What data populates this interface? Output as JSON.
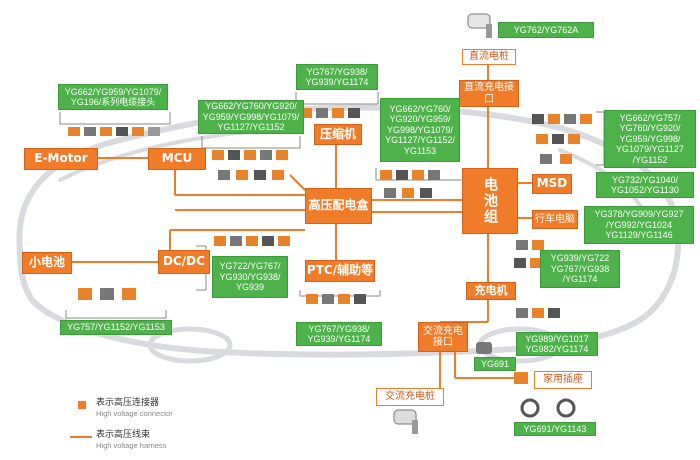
{
  "colors": {
    "connector_box": "#f07c2a",
    "harness_line": "#f07c2a",
    "tag_green": "#4db24a",
    "car_outline": "#d8dadd"
  },
  "components": {
    "e_motor": "E-Motor",
    "mcu": "MCU",
    "small_battery": "小电池",
    "dcdc": "DC/DC",
    "compressor": "压缩机",
    "hv_box": "高压配电盒",
    "ptc": "PTC/辅助等",
    "battery_pack": "电池组",
    "msd": "MSD",
    "bms": "行车电脑",
    "charger": "充电机",
    "dc_charge_port": "直流充电接口",
    "dc_charge_pile": "直流电桩",
    "ac_charge_port": "交流充电接口",
    "ac_charge_pile": "交流充电桩",
    "home_socket": "家用插座"
  },
  "tags": {
    "dc_pile": "YG762/YG762A",
    "mcu_harness": "YG662/YG959/YG1079/\nYG196/系列电缆接头",
    "mcu_top": "YG662/YG760/YG920/\nYG959/YG998/YG1079/\nYG1127/YG1152",
    "compressor": "YG767/YG938/\nYG939/YG1174",
    "battery_left": "YG662/YG760/\nYG920/YG959/\nYG998/YG1079/\nYG1127/YG1152/\nYG1153",
    "battery_right": "YG662/YG757/\nYG760/YG920/\nYG959/YG998/\nYG1079/YG1127\n/YG1152",
    "msd": "YG732/YG1040/\nYG1052/YG1130",
    "bms": "YG378/YG909/YG927\n/YG992/YG1024\nYG1129/YG1146",
    "charger": "YG939/YG722\nYG767/YG938\n/YG1174",
    "ptc": "YG722/YG767/\nYG930/YG938/\nYG939",
    "ptc_bottom": "YG767/YG938/\nYG939/YG1174",
    "dcdc": "YG757/YG1152/YG1153",
    "ac_port": "YG989/YG1017\nYG982/YG1174",
    "yg691": "YG691",
    "yg691_1143": "YG691/YG1143"
  },
  "legend": {
    "connector_cn": "表示高压连接器",
    "connector_en": "High voltage connector",
    "harness_cn": "表示高压线束",
    "harness_en": "High voltage harness"
  }
}
